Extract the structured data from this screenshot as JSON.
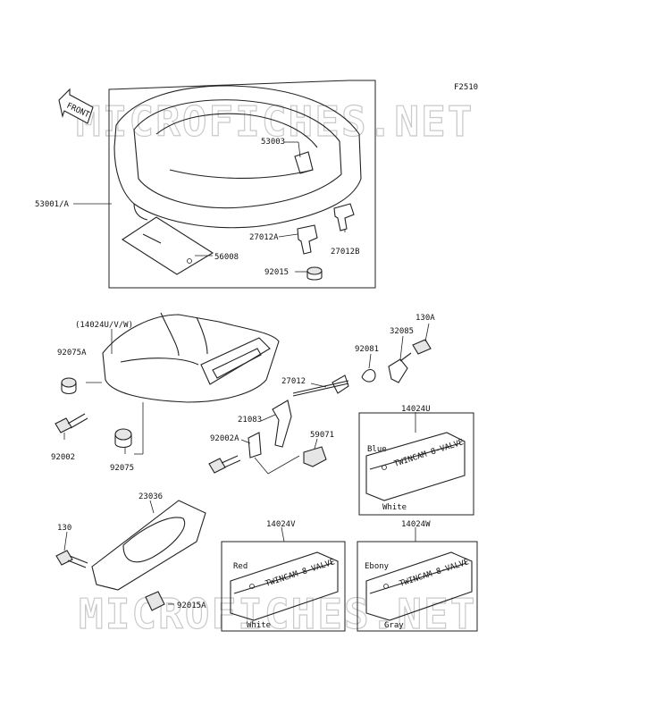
{
  "figure_code": "F2510",
  "watermark": "MICROFICHES.NET",
  "front_label": "FRONT",
  "parts": {
    "p53003": "53003",
    "p53001A": "53001/A",
    "p27012A": "27012A",
    "p27012B": "27012B",
    "p56008": "56008",
    "p92015": "92015",
    "p14024UVW": "(14024U/V/W)",
    "p92075A": "92075A",
    "p92002": "92002",
    "p92075": "92075",
    "p130A": "130A",
    "p32085": "32085",
    "p92081": "92081",
    "p27012": "27012",
    "p21083": "21083",
    "p92002A": "92002A",
    "p59071": "59071",
    "p14024U": "14024U",
    "p23036": "23036",
    "p130": "130",
    "p92015A": "92015A",
    "p14024V": "14024V",
    "p14024W": "14024W"
  },
  "colors": {
    "u_top": "Blue",
    "u_bottom": "White",
    "v_top": "Red",
    "v_bottom": "White",
    "w_top": "Ebony",
    "w_bottom": "Gray"
  },
  "decal_text": "TWINCAM 8-VALVE"
}
